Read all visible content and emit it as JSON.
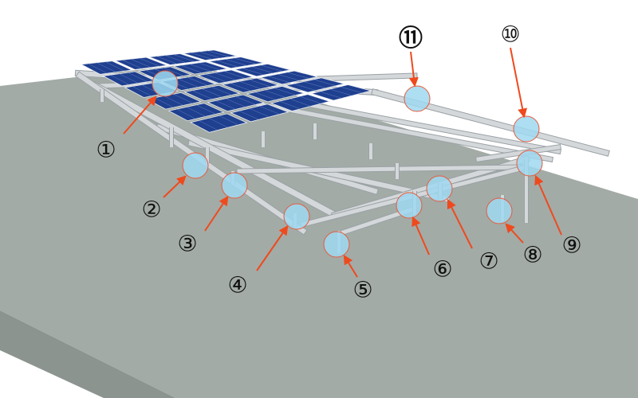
{
  "colors": {
    "ground_top": "#a3aba6",
    "ground_side": "#8c948f",
    "rail": "#d4d8da",
    "rail_edge": "#9aa1a5",
    "panel": "#1f3f8f",
    "panel_cell_line": "#5f7fc0",
    "highlight_fill": "#9fd8f0",
    "highlight_stroke": "#e85a3a",
    "arrow": "#ee4a1e"
  },
  "callouts": [
    {
      "id": "c1",
      "label": "①"
    },
    {
      "id": "c2",
      "label": "②"
    },
    {
      "id": "c3",
      "label": "③"
    },
    {
      "id": "c4",
      "label": "④"
    },
    {
      "id": "c5",
      "label": "⑤"
    },
    {
      "id": "c6",
      "label": "⑥"
    },
    {
      "id": "c7",
      "label": "⑦"
    },
    {
      "id": "c8",
      "label": "⑧"
    },
    {
      "id": "c9",
      "label": "⑨"
    },
    {
      "id": "c10",
      "label": "⑩"
    },
    {
      "id": "c11",
      "label": "⑪"
    }
  ]
}
